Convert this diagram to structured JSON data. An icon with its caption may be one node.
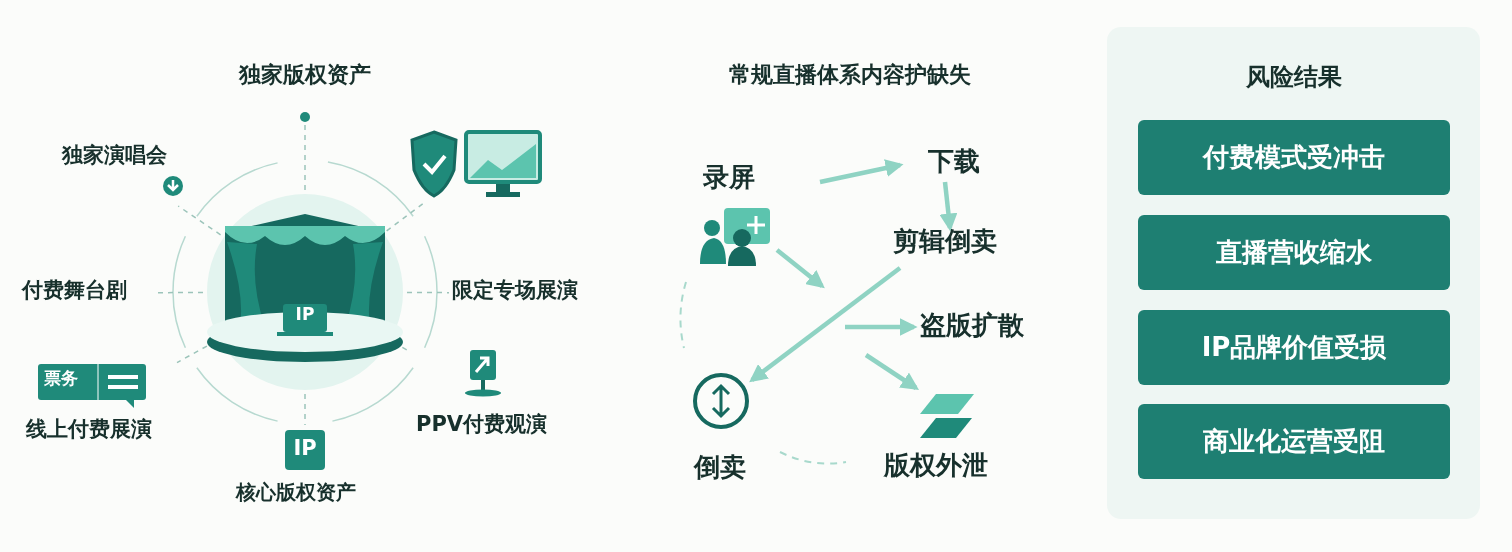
{
  "diagram": {
    "nodes": [
      {
        "text": [],
        "shape": "picture"
      },
      {
        "text": [
          "独家演唱会"
        ]
      },
      {
        "text": [
          "付费舞台剧"
        ]
      },
      {
        "text": [
          "线上付费展演"
        ]
      },
      {
        "text": [
          "核心版权资产"
        ]
      },
      {
        "text": [
          "PPV付费观演"
        ]
      },
      {
        "text": [
          "限定专场展演"
        ]
      },
      {
        "text": [],
        "shape": "picture"
      },
      {
        "text": [],
        "shape": "circle"
      },
      {
        "text": [
          "录屏"
        ]
      },
      {
        "text": [
          "下载"
        ]
      },
      {
        "text": [
          "剪辑倒卖"
        ]
      },
      {
        "text": [
          "盗版扩散"
        ]
      },
      {
        "text": [
          "倒卖"
        ]
      },
      {
        "text": [
          "版权外泄"
        ]
      },
      {
        "text": [
          "风险结果"
        ]
      },
      {
        "text": [
          "付费模式受冲击"
        ],
        "in": 15
      },
      {
        "text": [
          "直播营收缩水"
        ],
        "in": 15
      },
      {
        "text": [
          "IP品牌价值受损"
        ],
        "in": 15
      },
      {
        "text": [
          "商业化运营受阻"
        ],
        "in": 15
      }
    ],
    "edges": [
      {
        "from": 0,
        "to": 8,
        "arrow": "none",
        "style": "dashed",
        "color": "#9cc4ba"
      },
      {
        "from": 0,
        "to": 1,
        "arrow": "none",
        "style": "dashed",
        "color": "#9cc4ba"
      },
      {
        "from": 0,
        "to": 7,
        "arrow": "none",
        "style": "dashed",
        "color": "#9cc4ba"
      },
      {
        "from": 0,
        "to": 2,
        "arrow": "none",
        "style": "dashed",
        "color": "#9cc4ba"
      },
      {
        "from": 0,
        "to": 6,
        "arrow": "none",
        "style": "dashed",
        "color": "#9cc4ba"
      },
      {
        "from": 0,
        "to": 3,
        "arrow": "none",
        "style": "dashed",
        "color": "#9cc4ba"
      },
      {
        "from": 0,
        "to": 5,
        "arrow": "none",
        "style": "dashed",
        "color": "#9cc4ba"
      },
      {
        "from": 0,
        "to": 4,
        "arrow": "none",
        "style": "dashed",
        "color": "#9cc4ba"
      },
      {
        "from": 9,
        "to": 10,
        "arrow": "to",
        "style": "thick"
      },
      {
        "from": 10,
        "to": 11,
        "arrow": "to",
        "style": "thick"
      },
      {
        "from": 9,
        "to": null,
        "arrow": "to",
        "style": "thick"
      },
      {
        "from": 11,
        "to": 13,
        "arrow": "to",
        "style": "thick"
      },
      {
        "from": null,
        "to": 12,
        "arrow": "to",
        "style": "thick"
      },
      {
        "from": null,
        "to": 14,
        "arrow": "to",
        "style": "thick"
      }
    ],
    "labels": [
      "独家版权资产",
      "IP",
      "票务",
      "IP",
      "常规直播体系内容护缺失"
    ]
  }
}
